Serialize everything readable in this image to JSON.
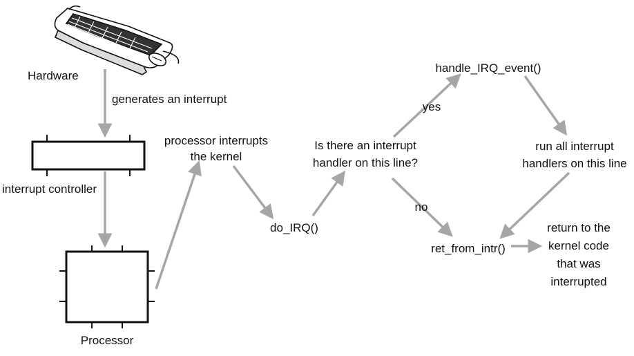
{
  "labels": {
    "hardware": "Hardware",
    "generates": "generates an interrupt",
    "interrupt_controller": "interrupt controller",
    "processor": "Processor",
    "processor_interrupts_1": "processor interrupts",
    "processor_interrupts_2": "the kernel",
    "do_irq": "do_IRQ()",
    "question_1": "Is there an interrupt",
    "question_2": "handler on this line?",
    "yes": "yes",
    "no": "no",
    "handle_irq_event": "handle_IRQ_event()",
    "run_handlers_1": "run all interrupt",
    "run_handlers_2": "handlers on this line",
    "ret_from_intr": "ret_from_intr()",
    "return_1": "return to  the",
    "return_2": "kernel code",
    "return_3": "that was",
    "return_4": "interrupted"
  },
  "colors": {
    "arrow": "#a6a6a6",
    "outline": "#111111",
    "text": "#111111"
  },
  "icons": {
    "hardware": "keyboard-and-mouse-icon"
  }
}
